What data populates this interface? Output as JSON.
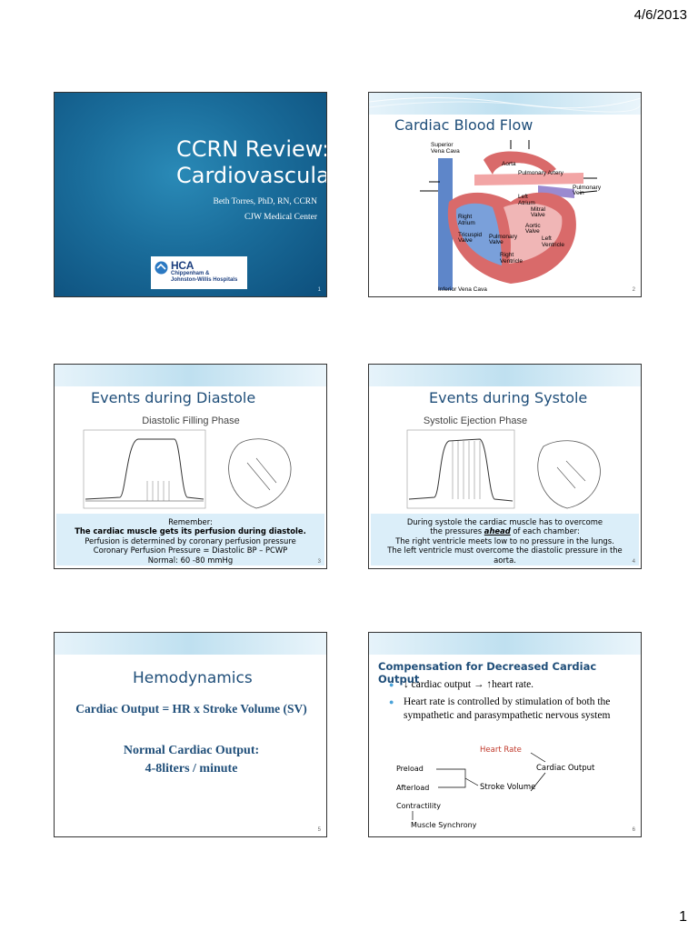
{
  "page": {
    "date": "4/6/2013",
    "number": "1"
  },
  "slides": {
    "s1": {
      "title_line1": "CCRN Review:",
      "title_line2": "Cardiovascular",
      "author": "Beth Torres, PhD, RN, CCRN",
      "org": "CJW Medical Center",
      "logo_main": "HCA",
      "logo_line1": "Chippenham &",
      "logo_line2": "Johnston-Willis Hospitals",
      "num": "1"
    },
    "s2": {
      "title": "Cardiac Blood Flow",
      "labels": {
        "svc": "Superior Vena Cava",
        "aorta": "Aorta",
        "pa": "Pulmonary Artery",
        "pv": "Pulmonary Vein",
        "la": "Left Atrium",
        "mv": "Mitral Valve",
        "ra": "Right Atrium",
        "av": "Aortic Valve",
        "tv": "Tricuspid Valve",
        "pvalve": "Pulmonary Valve",
        "lv": "Left Ventricle",
        "rv": "Right Ventricle",
        "ivc": "Inferior Vena Cava"
      },
      "num": "2"
    },
    "s3": {
      "title": "Events during Diastole",
      "figure_title": "Diastolic Filling Phase",
      "caption_line1": "Remember:",
      "caption_line2": "The cardiac muscle gets its perfusion during diastole.",
      "caption_line3": "Perfusion is determined by coronary perfusion pressure",
      "caption_line4": "Coronary Perfusion Pressure = Diastolic BP – PCWP",
      "caption_line5": "Normal:   60 -80 mmHg",
      "num": "3"
    },
    "s4": {
      "title": "Events during Systole",
      "figure_title": "Systolic Ejection Phase",
      "caption_line1": "During systole the cardiac muscle has to overcome",
      "caption_line2_a": "the pressures ",
      "caption_line2_b": "ahead",
      "caption_line2_c": " of each chamber:",
      "caption_line3": "The right ventricle meets low to no pressure in the lungs.",
      "caption_line4": "The left ventricle must overcome the diastolic pressure in the",
      "caption_line5": "aorta.",
      "num": "4"
    },
    "s5": {
      "title": "Hemodynamics",
      "formula": "Cardiac Output = HR x Stroke Volume (SV)",
      "normal_label": "Normal Cardiac Output:",
      "normal_value": "4-8liters / minute",
      "num": "5"
    },
    "s6": {
      "title": "Compensation for Decreased Cardiac Output",
      "bullet1": "↓ cardiac output → ↑heart rate.",
      "bullet2": "Heart rate is controlled by stimulation of both the sympathetic and parasympathetic nervous system",
      "heart_rate": "Heart Rate",
      "cardiac_output": "Cardiac  Output",
      "stroke_volume": "Stroke Volume",
      "preload": "Preload",
      "afterload": "Afterload",
      "contractility": "Contractility",
      "muscle_synchrony": "Muscle Synchrony",
      "num": "6"
    }
  },
  "colors": {
    "title_blue": "#1f4e79",
    "accent": "#c0392b",
    "caption_bg": "#dbeef9"
  }
}
